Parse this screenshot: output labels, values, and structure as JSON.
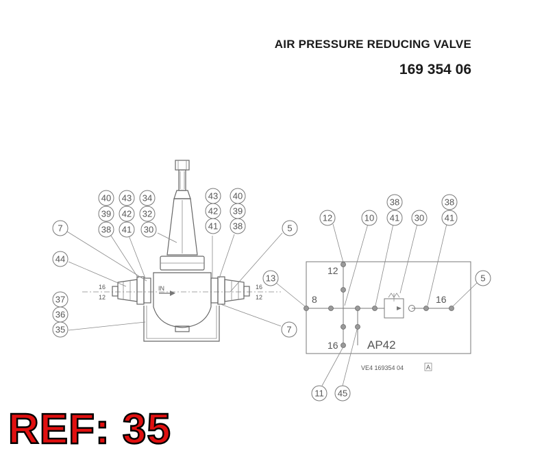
{
  "header": {
    "title": "AIR PRESSURE REDUCING VALVE",
    "part_number": "169 354 06"
  },
  "reference": {
    "text": "REF: 35"
  },
  "valve_view": {
    "bubbles": {
      "b40a": "40",
      "b43a": "43",
      "b34": "34",
      "b39a": "39",
      "b42a": "42",
      "b32": "32",
      "b38a": "38",
      "b41a": "41",
      "b30a": "30",
      "b43b": "43",
      "b40b": "40",
      "b42b": "42",
      "b39b": "39",
      "b41b": "41",
      "b38b": "38",
      "b7a": "7",
      "b5a": "5",
      "b44": "44",
      "b37": "37",
      "b36": "36",
      "b35": "35",
      "b7b": "7"
    },
    "labels": {
      "left_top": "16",
      "left_bottom": "12",
      "right_top": "16",
      "right_bottom": "12",
      "inlet": "IN"
    }
  },
  "schematic": {
    "bubbles": {
      "s38a": "38",
      "s38b": "38",
      "s12": "12",
      "s10": "10",
      "s41a": "41",
      "s30": "30",
      "s41b": "41",
      "s13": "13",
      "s5": "5",
      "s11": "11",
      "s45": "45"
    },
    "labels": {
      "port_top": "12",
      "port_left": "8",
      "port_right": "16",
      "port_bottom": "16",
      "block_name": "AP42",
      "drawing_ref": "VE4 169354 04",
      "revision": "A"
    }
  }
}
